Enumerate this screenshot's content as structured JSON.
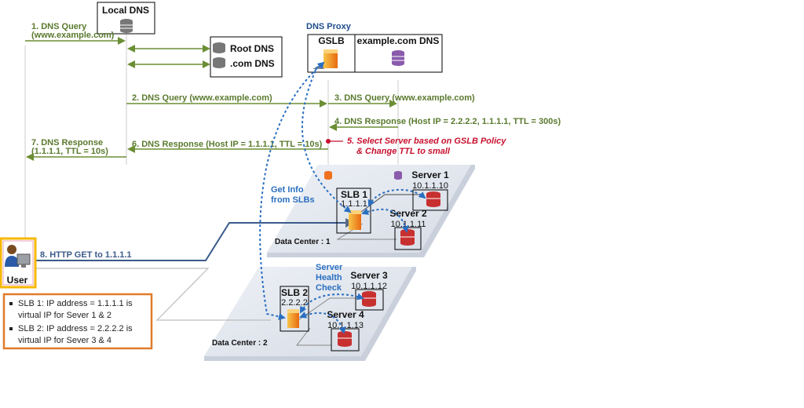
{
  "nodes": {
    "local_dns": "Local DNS",
    "root_dns": "Root DNS",
    "com_dns": ".com DNS",
    "dns_proxy": "DNS Proxy",
    "gslb": "GSLB",
    "example_dns": "example.com DNS",
    "user": "User",
    "slb1": {
      "name": "SLB 1",
      "ip": "1.1.1.1"
    },
    "slb2": {
      "name": "SLB 2",
      "ip": "2.2.2.2"
    },
    "server1": {
      "name": "Server 1",
      "ip": "10.1.1.10"
    },
    "server2": {
      "name": "Server 2",
      "ip": "10.1.1.11"
    },
    "server3": {
      "name": "Server 3",
      "ip": "10.1.1.12"
    },
    "server4": {
      "name": "Server 4",
      "ip": "10.1.1.13"
    },
    "dc1": "Data Center : 1",
    "dc2": "Data Center : 2"
  },
  "steps": {
    "s1_line1": "1. DNS Query",
    "s1_line2": "(www.example.com)",
    "s2": "2. DNS Query (www.example.com)",
    "s3": "3. DNS Query (www.example.com)",
    "s4": "4. DNS Response (Host IP = 2.2.2.2, 1.1.1.1, TTL = 300s)",
    "s5_line1": "5. Select Server based on GSLB Policy",
    "s5_line2": "& Change TTL to small",
    "s6": "6. DNS Response (Host IP = 1.1.1.1, TTL = 10s)",
    "s7_line1": "7. DNS Response",
    "s7_line2": "(1.1.1.1, TTL = 10s)",
    "s8": "8. HTTP GET to 1.1.1.1"
  },
  "annotations": {
    "get_info_1": "Get Info",
    "get_info_2": "from SLBs",
    "health_1": "Server",
    "health_2": "Health",
    "health_3": "Check"
  },
  "notes": [
    {
      "line1": "SLB 1: IP address = 1.1.1.1 is",
      "line2": "virtual IP for Sever 1 & 2"
    },
    {
      "line1": "SLB 2: IP address = 2.2.2.2 is",
      "line2": "virtual IP for Sever 3 & 4"
    }
  ],
  "colors": {
    "flow_green": "#6b8e34",
    "blue_dotted": "#2a6fc0",
    "red_text": "#c8102e",
    "user_border": "#f5b800",
    "note_border": "#e07b2a",
    "http_line": "#3a5a8a"
  }
}
